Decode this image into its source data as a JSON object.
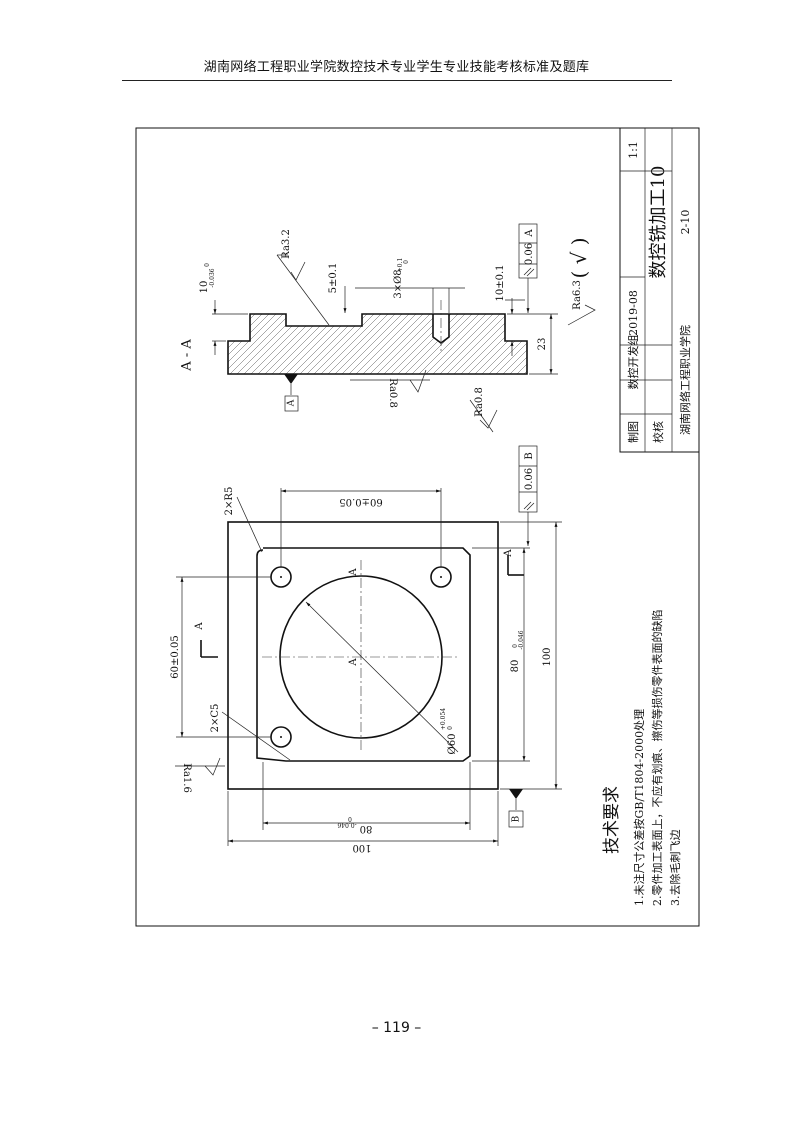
{
  "header": {
    "title": "湖南网络工程职业学院数控技术专业学生专业技能考核标准及题库"
  },
  "page_number": "– 119 –",
  "title_block": {
    "part_name": "数控铣加工10",
    "scale": "1:1",
    "drawing_no": "2-10",
    "drawn_label": "制图",
    "drawn_by": "数控开发组",
    "date": "2019-08",
    "checked_label": "校核",
    "school": "湖南网络工程职业学院"
  },
  "section_view": {
    "label": "A - A",
    "dim_depth": "10",
    "dim_depth_tol_upper": "0",
    "dim_depth_tol_lower": "-0.036",
    "dim_pocket": "5±0.1",
    "dim_holes": "3×Ø8",
    "dim_holes_tol_upper": "+0.1",
    "dim_holes_tol_lower": "0",
    "dim_step": "10±0.1",
    "dim_height": "23",
    "ra_top": "Ra3.2",
    "ra_bottom": "Ra0.8",
    "ra_right": "Ra0.8",
    "datum_label": "A",
    "gtol_value": "0.06",
    "gtol_datum": "A",
    "general_roughness": "Ra6.3",
    "general_roughness_symbol": "( √ )"
  },
  "plan_view": {
    "dim_radius": "2×R5",
    "dim_chamfer": "2×C5",
    "dim_hole_spacing_h": "60±0.05",
    "dim_hole_spacing_v": "60±0.05",
    "dim_width_80": "80",
    "dim_width_80_tol_upper": "0",
    "dim_width_80_tol_lower": "-0.046",
    "dim_height_80": "80",
    "dim_height_80_tol_upper": "0",
    "dim_height_80_tol_lower": "-0.046",
    "dim_width_100": "100",
    "dim_height_100": "100",
    "dim_bore": "Ø60",
    "dim_bore_tol_upper": "+0.054",
    "dim_bore_tol_lower": "0",
    "ra_left": "Ra1.6",
    "section_mark": "A",
    "datum_label": "B",
    "gtol_value": "0.06",
    "gtol_datum": "B"
  },
  "tech_requirements": {
    "title": "技术要求",
    "items": [
      "1.未注尺寸公差按GB/T1804-2000处理",
      "2.零件加工表面上，不应有划痕、擦伤等损伤零件表面的缺陷",
      "3.去除毛刺飞边"
    ]
  }
}
